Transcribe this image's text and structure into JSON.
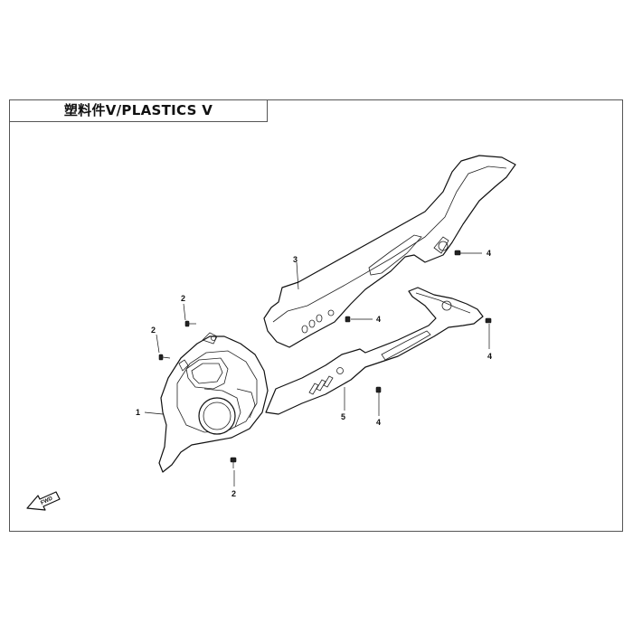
{
  "title": "塑料件Ⅴ/PLASTICS Ⅴ",
  "callouts": {
    "c1": "1",
    "c2a": "2",
    "c2b": "2",
    "c2c": "2",
    "c3": "3",
    "c4a": "4",
    "c4b": "4",
    "c4c": "4",
    "c4d": "4",
    "c5": "5"
  },
  "fwd_label": "FWD"
}
